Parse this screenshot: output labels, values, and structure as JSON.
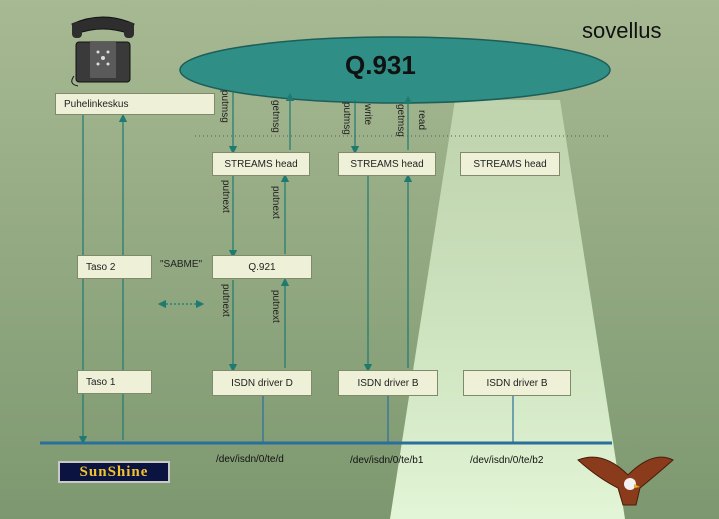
{
  "title": "sovellus",
  "q931": "Q.931",
  "layers": {
    "puhelinkeskus": "Puhelinkeskus",
    "taso2": "Taso 2",
    "taso1": "Taso 1"
  },
  "streams_heads": [
    "STREAMS head",
    "STREAMS head",
    "STREAMS head"
  ],
  "sabme": "\"SABME\"",
  "q921": "Q.921",
  "drivers": [
    "ISDN driver D",
    "ISDN driver B",
    "ISDN driver B"
  ],
  "devices": [
    "/dev/isdn/0/te/d",
    "/dev/isdn/0/te/b1",
    "/dev/isdn/0/te/b2"
  ],
  "calls": {
    "left_top": [
      "putmsg",
      "getmsg"
    ],
    "middle_top": [
      "putmsg",
      "write",
      "getmsg",
      "read"
    ],
    "mid1": [
      "putnext",
      "putnext"
    ],
    "mid2": [
      "putnext",
      "putnext"
    ]
  },
  "logo_text": "SunShine",
  "icons": [
    "telephone-icon",
    "eagle-icon"
  ],
  "colors": {
    "background_top": "#9fb38a",
    "background_bottom": "#7f9a72",
    "ellipse": "#2f8f86",
    "beam": "#dff5cf",
    "arrow": "#1f7a70",
    "bus": "#2a6f9a"
  }
}
